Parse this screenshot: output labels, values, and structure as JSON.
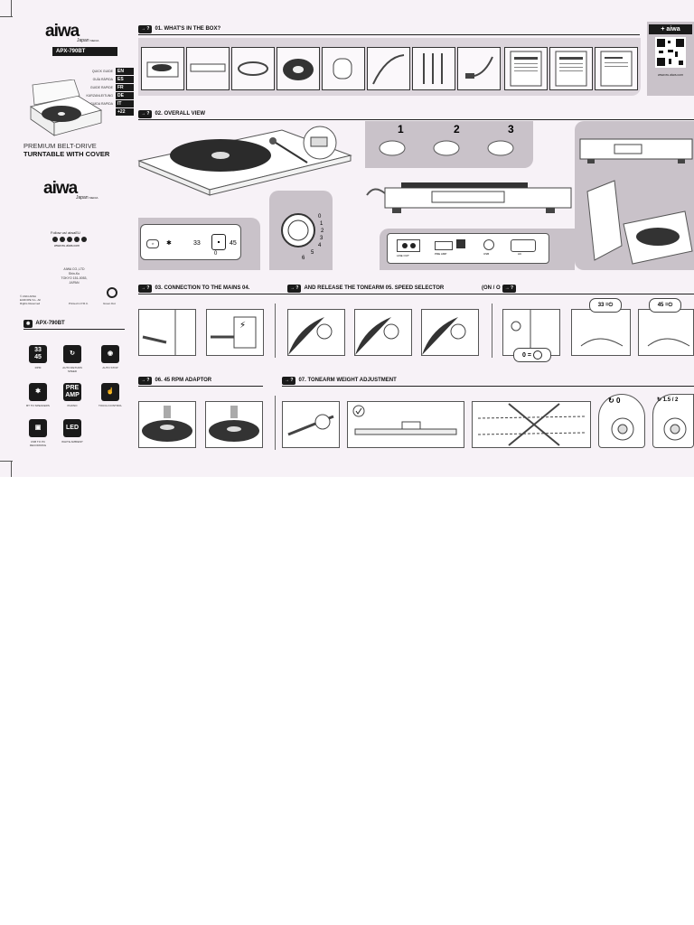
{
  "brand": {
    "logo": "aiwa",
    "sub": "Japan",
    "sub_small": "MEDIA"
  },
  "cover": {
    "model": "APX-790BT",
    "languages": [
      {
        "label": "QUICK GUIDE",
        "code": "EN"
      },
      {
        "label": "GUÍA RÁPIDA",
        "code": "ES"
      },
      {
        "label": "GUIDE RAPIDE",
        "code": "FR"
      },
      {
        "label": "KURZANLEITUNG",
        "code": "DE"
      },
      {
        "label": "GUIDA RAPIDA",
        "code": "IT"
      },
      {
        "label": "",
        "code": "+22"
      }
    ],
    "headline_1": "PREMIUM BELT-DRIVE",
    "headline_2": "TURNTABLE WITH COVER",
    "follow": "Follow us! aiwaEU",
    "website": "www.eu.aiwa.com",
    "address_1": "AIWA CO.,LTD",
    "address_2": "Shin-Ku",
    "address_3": "TOKYO 151-0053, JAPAN",
    "copyright": "© 2024 AIWA EUROPE S.L. All Rights Reserved",
    "printed": "Printed in P.R.C.",
    "greendot": "Green Dot",
    "model_badge": "APX-790BT"
  },
  "features": [
    {
      "icon": "rpm-icon",
      "line1": "33",
      "line2": "45",
      "label": "RPM"
    },
    {
      "icon": "auto-return-icon",
      "line1": "",
      "line2": "",
      "label": "AUTO RETURN SPEED"
    },
    {
      "icon": "auto-stop-icon",
      "line1": "",
      "line2": "",
      "label": "AUTO STOP"
    },
    {
      "icon": "bluetooth-icon",
      "line1": "",
      "line2": "",
      "label": "BT TO SPEAKERS"
    },
    {
      "icon": "preamp-icon",
      "line1": "PRE",
      "line2": "AMP",
      "label": "PHONO"
    },
    {
      "icon": "touch-icon",
      "line1": "",
      "line2": "",
      "label": "TOUCH CONTROL"
    },
    {
      "icon": "usb-icon",
      "line1": "",
      "line2": "",
      "label": "USB TO PC RECORDING"
    },
    {
      "icon": "led-icon",
      "line1": "LED",
      "line2": "",
      "label": "WHITE AMBIENT"
    }
  ],
  "sections": {
    "s01": "01. WHAT'S IN THE BOX?",
    "s02": "02. OVERALL VIEW",
    "s03": "03. CONNECTION TO THE MAINS 04.",
    "s04": "AND RELEASE THE TONEARM 05. SPEED SELECTOR",
    "s05": "(ON / O",
    "s06": "06. 45 RPM ADAPTOR",
    "s07": "07. TONEARM WEIGHT ADJUSTMENT"
  },
  "badge_text": "→ ?",
  "qr": {
    "label": "+ aiwa",
    "url": "www.eu.aiwa.com"
  },
  "overview": {
    "speed_33": "33",
    "speed_45": "45",
    "speed_0": "0",
    "steps": [
      "1",
      "2",
      "3"
    ],
    "dial_numbers": [
      "0",
      "1",
      "2",
      "3",
      "4",
      "5",
      "6"
    ],
    "line_out": "LINE OUT",
    "pre_amp": "PRE AMP",
    "usb": "USB",
    "ac": "AC"
  },
  "speed_selector": {
    "s33": "33 =",
    "s45": "45 =",
    "s0": "0 ="
  },
  "weight": {
    "w0": "0",
    "w15": "1.5 / 2"
  }
}
